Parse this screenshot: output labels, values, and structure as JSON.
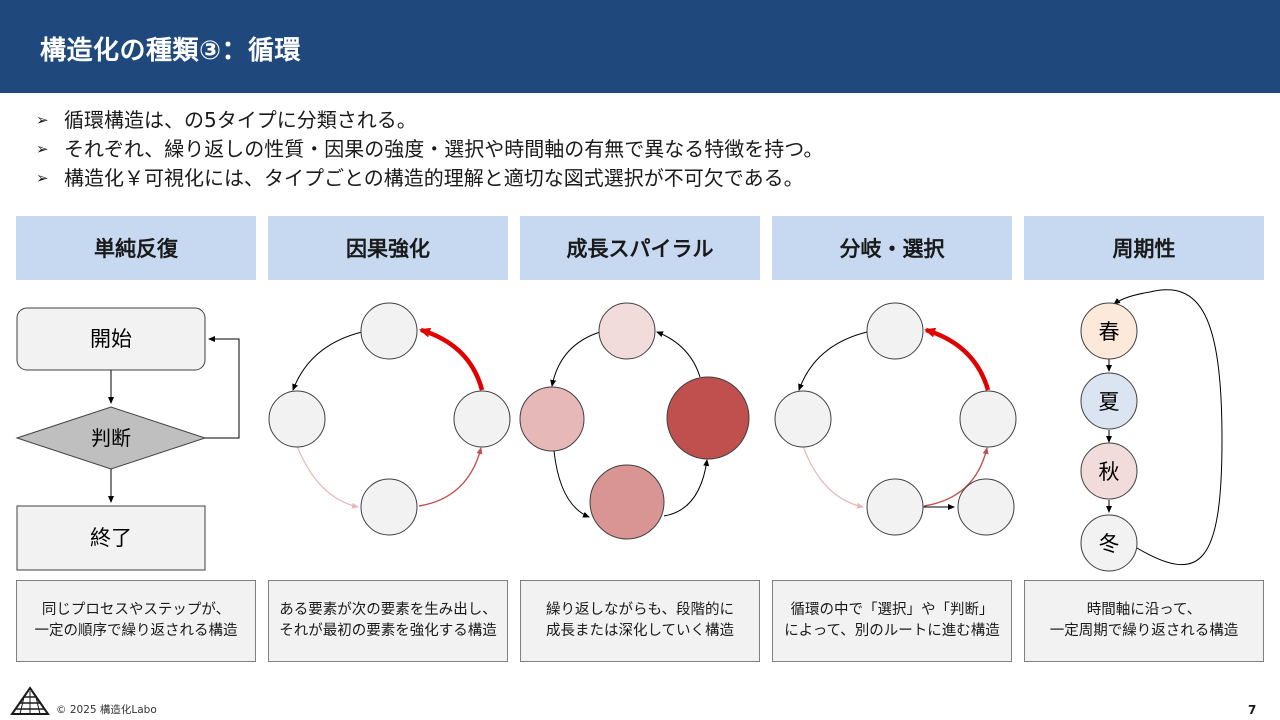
{
  "header": {
    "title": "構造化の種類③：循環"
  },
  "bullets": [
    "循環構造は、の5タイプに分類される。",
    "それぞれ、繰り返しの性質・因果の強度・選択や時間軸の有無で異なる特徴を持つ。",
    "構造化￥可視化には、タイプごとの構造的理解と適切な図式選択が不可欠である。"
  ],
  "bullet_marker": "➢",
  "columns": [
    {
      "title": "単純反復",
      "desc": [
        "同じプロセスやステップが、",
        "一定の順序で繰り返される構造"
      ]
    },
    {
      "title": "因果強化",
      "desc": [
        "ある要素が次の要素を生み出し、",
        "それが最初の要素を強化する構造"
      ]
    },
    {
      "title": "成長スパイラル",
      "desc": [
        "繰り返しながらも、段階的に",
        "成長または深化していく構造"
      ]
    },
    {
      "title": "分岐・選択",
      "desc": [
        "循環の中で「選択」や「判断」",
        "によって、別のルートに進む構造"
      ]
    },
    {
      "title": "周期性",
      "desc": [
        "時間軸に沿って、",
        "一定周期で繰り返される構造"
      ]
    }
  ],
  "flowchart": {
    "start": "開始",
    "decision": "判断",
    "end": "終了"
  },
  "seasons": [
    "春",
    "夏",
    "秋",
    "冬"
  ],
  "colors": {
    "header_bg": "#1f497d",
    "column_header_bg": "#c6d9f1",
    "node_fill": "#f2f2f2",
    "accent_red": "#e00000",
    "faded_red": "#e6b8b8",
    "spiral_light": "#f2dcdb",
    "spiral_mid_light": "#e6b8b7",
    "spiral_mid": "#d99594",
    "spiral_dark": "#c0504d",
    "season_spring": "#fde9d9",
    "season_summer": "#dbe5f1",
    "season_autumn": "#f2dcdb",
    "season_winter": "#f2f2f2"
  },
  "footer": {
    "copyright": "© 2025 構造化Labo",
    "page_number": "7",
    "logo_icon": "pyramid-logo-icon"
  }
}
